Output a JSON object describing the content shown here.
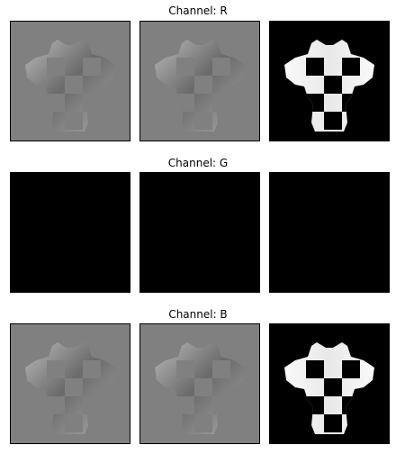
{
  "rows": [
    {
      "title": "Channel: R",
      "panels": [
        {
          "name": "r-shaded-1",
          "bg": "#808080",
          "variant": "grey"
        },
        {
          "name": "r-shaded-2",
          "bg": "#808080",
          "variant": "grey"
        },
        {
          "name": "r-mask",
          "bg": "#000000",
          "variant": "mask"
        }
      ]
    },
    {
      "title": "Channel: G",
      "panels": [
        {
          "name": "g-1",
          "bg": "#000000",
          "variant": "empty"
        },
        {
          "name": "g-2",
          "bg": "#000000",
          "variant": "empty"
        },
        {
          "name": "g-3",
          "bg": "#000000",
          "variant": "empty"
        }
      ]
    },
    {
      "title": "Channel: B",
      "panels": [
        {
          "name": "b-shaded-1",
          "bg": "#808080",
          "variant": "grey"
        },
        {
          "name": "b-shaded-2",
          "bg": "#808080",
          "variant": "grey"
        },
        {
          "name": "b-mask",
          "bg": "#000000",
          "variant": "mask"
        }
      ]
    }
  ]
}
